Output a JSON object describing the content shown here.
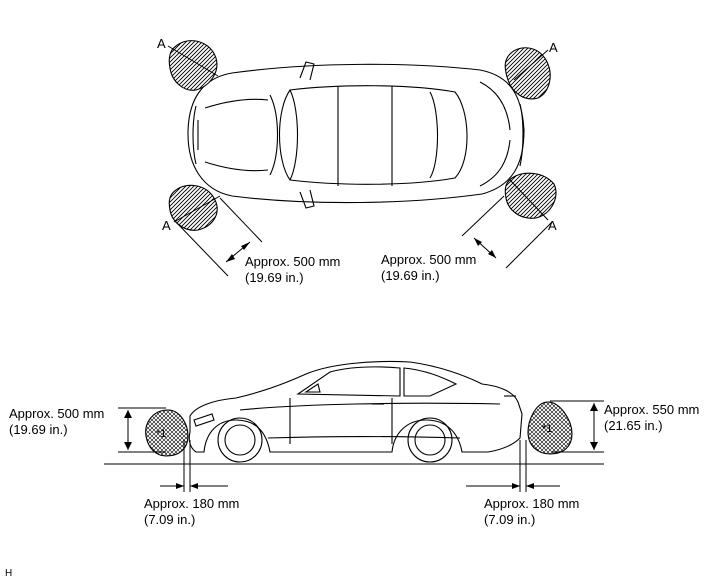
{
  "top_view": {
    "callout_letter": "A",
    "dim_front_left": {
      "line1": "Approx. 500 mm",
      "line2": "(19.69 in.)"
    },
    "dim_rear_right": {
      "line1": "Approx. 500 mm",
      "line2": "(19.69 in.)"
    }
  },
  "side_view": {
    "front_height": {
      "line1": "Approx. 500 mm",
      "line2": "(19.69 in.)"
    },
    "rear_height": {
      "line1": "Approx. 550 mm",
      "line2": "(21.65 in.)"
    },
    "front_offset": {
      "line1": "Approx. 180 mm",
      "line2": "(7.09 in.)"
    },
    "rear_offset": {
      "line1": "Approx. 180 mm",
      "line2": "(7.09 in.)"
    },
    "zone_marker": "*1"
  },
  "footer_code": "H"
}
